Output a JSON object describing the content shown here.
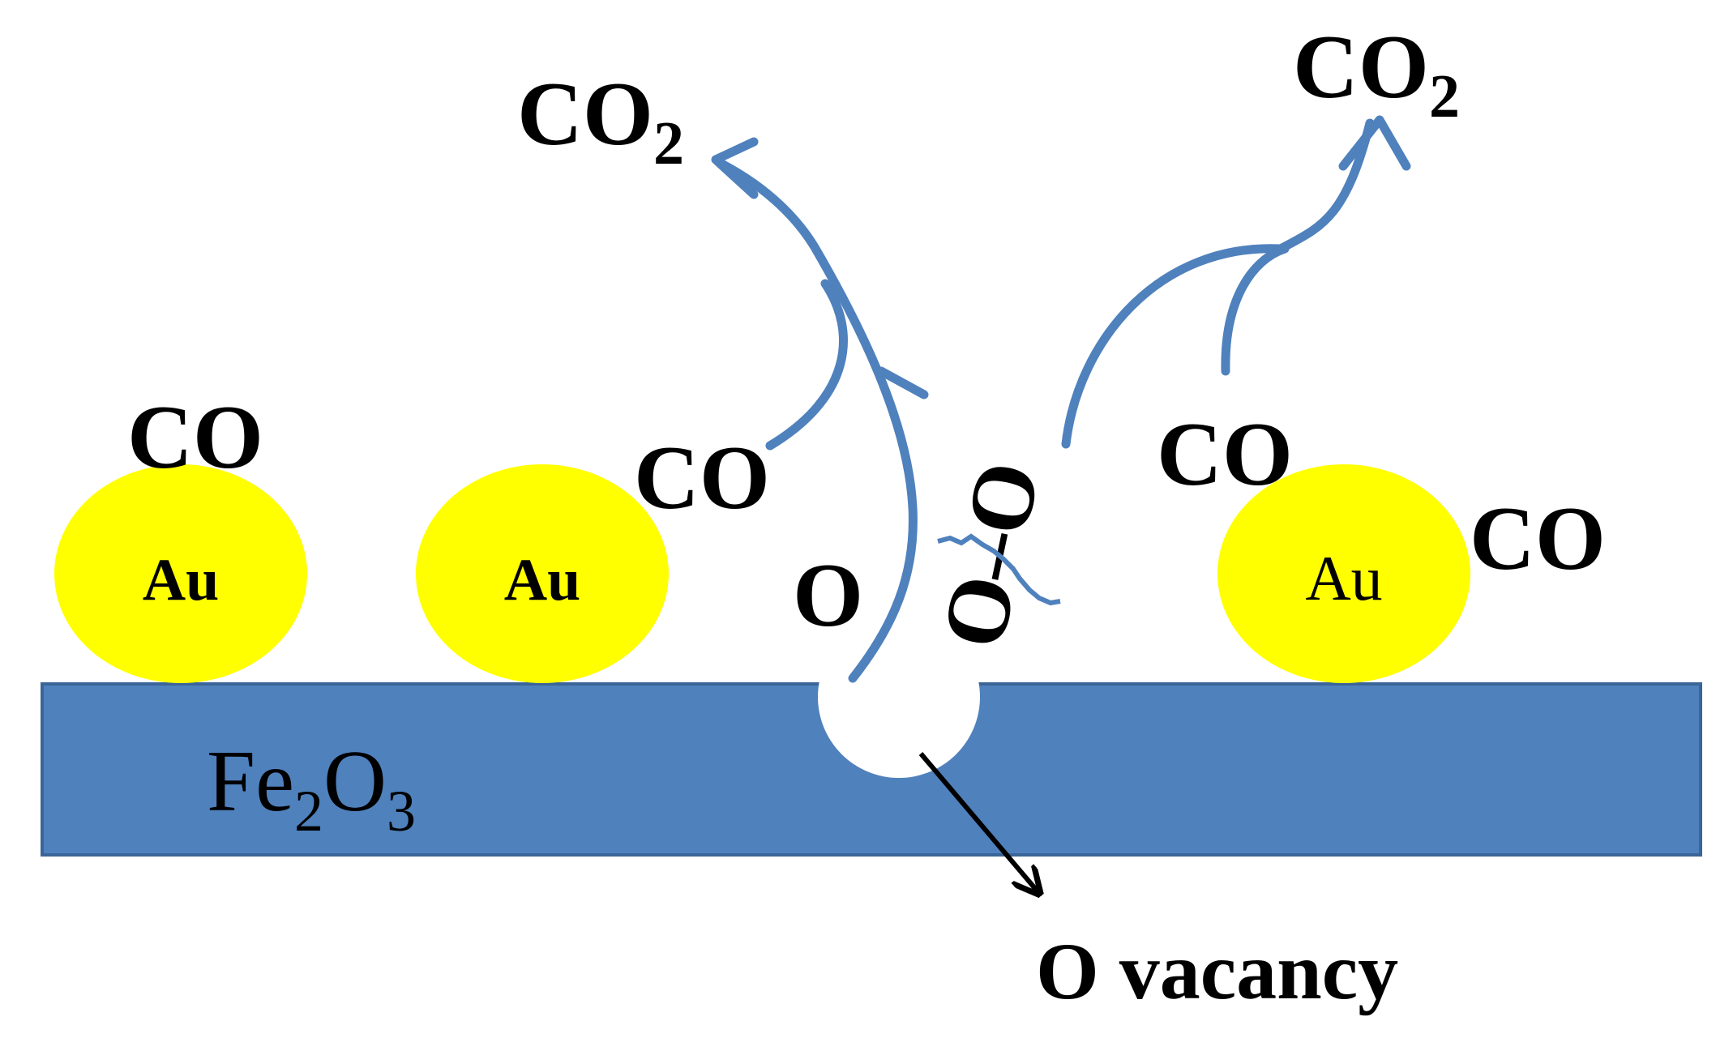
{
  "colors": {
    "substrate": "#4f81bd",
    "substrate_border": "#3a6598",
    "gold": "#ffff00",
    "arrow": "#4f81bd",
    "vacancy": "#ffffff",
    "text": "#000000"
  },
  "substrate": {
    "label_main": "Fe",
    "label_sub1": "2",
    "label_mid": "O",
    "label_sub2": "3"
  },
  "particles": [
    {
      "label": "Au"
    },
    {
      "label": "Au"
    },
    {
      "label": "Au"
    }
  ],
  "molecules": {
    "co_particle1": "CO",
    "co_particle2": "CO",
    "co_particle3_left": "CO",
    "co_particle3_right": "CO",
    "o_atom": "O",
    "o2_molecule": "O–O"
  },
  "products": {
    "co2_left_main": "CO",
    "co2_left_sub": "2",
    "co2_right_main": "CO",
    "co2_right_sub": "2"
  },
  "annotations": {
    "vacancy_label": "O vacancy"
  }
}
